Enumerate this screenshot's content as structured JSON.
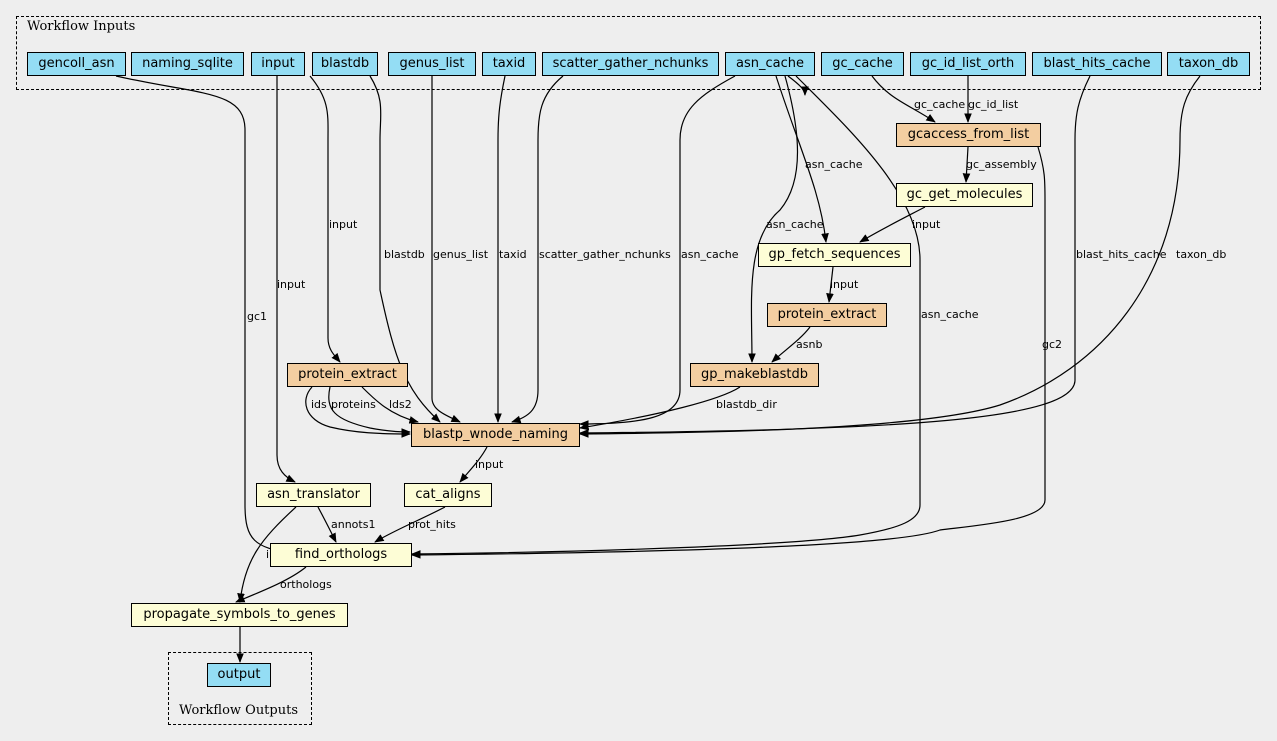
{
  "clusters": {
    "inputs_label": "Workflow Inputs",
    "outputs_label": "Workflow Outputs"
  },
  "colors": {
    "input_fill": "#94ddf4",
    "tool_fill": "#f3cea1",
    "step_fill": "#fdfdd6",
    "background": "#eeeeee"
  },
  "nodes": {
    "gencoll_asn": "gencoll_asn",
    "naming_sqlite": "naming_sqlite",
    "input": "input",
    "blastdb": "blastdb",
    "genus_list": "genus_list",
    "taxid": "taxid",
    "scatter_gather_nchunks": "scatter_gather_nchunks",
    "asn_cache": "asn_cache",
    "gc_cache": "gc_cache",
    "gc_id_list_orth": "gc_id_list_orth",
    "blast_hits_cache": "blast_hits_cache",
    "taxon_db": "taxon_db",
    "gcaccess_from_list": "gcaccess_from_list",
    "gc_get_molecules": "gc_get_molecules",
    "gp_fetch_sequences": "gp_fetch_sequences",
    "protein_extract_2": "protein_extract",
    "gp_makeblastdb": "gp_makeblastdb",
    "protein_extract_1": "protein_extract",
    "blastp_wnode_naming": "blastp_wnode_naming",
    "asn_translator": "asn_translator",
    "cat_aligns": "cat_aligns",
    "find_orthologs": "find_orthologs",
    "propagate_symbols_to_genes": "propagate_symbols_to_genes",
    "output": "output"
  },
  "edges": [
    {
      "id": "gencoll_asn-find_orthologs",
      "label": "gc1"
    },
    {
      "id": "input-protein_extract_1",
      "label": "input"
    },
    {
      "id": "input-asn_translator",
      "label": "input"
    },
    {
      "id": "blastdb-blastp",
      "label": "blastdb"
    },
    {
      "id": "genus_list-blastp",
      "label": "genus_list"
    },
    {
      "id": "taxid-blastp",
      "label": "taxid"
    },
    {
      "id": "scatter-blastp",
      "label": "scatter_gather_nchunks"
    },
    {
      "id": "asn_cache-blastp",
      "label": "asn_cache"
    },
    {
      "id": "asn_cache-gp_fetch",
      "label": "asn_cache"
    },
    {
      "id": "asn_cache-gp_makeblastdb",
      "label": "asn_cache"
    },
    {
      "id": "asn_cache-find_orthologs",
      "label": "asn_cache"
    },
    {
      "id": "asn_cache-gcaccess",
      "label": ""
    },
    {
      "id": "gc_cache-gcaccess",
      "label": "gc_cache"
    },
    {
      "id": "gc_id_list-gcaccess",
      "label": "gc_id_list"
    },
    {
      "id": "gcaccess-gc_get_molecules",
      "label": "gc_assembly"
    },
    {
      "id": "gcaccess-find_orthologs",
      "label": "gc2"
    },
    {
      "id": "gc_get_molecules-gp_fetch",
      "label": "input"
    },
    {
      "id": "gp_fetch-protein_extract_2",
      "label": "input"
    },
    {
      "id": "protein_extract_2-gp_makeblastdb",
      "label": "asnb"
    },
    {
      "id": "gp_makeblastdb-blastp",
      "label": "blastdb_dir"
    },
    {
      "id": "blast_hits_cache-blastp",
      "label": "blast_hits_cache"
    },
    {
      "id": "taxon_db-blastp",
      "label": "taxon_db"
    },
    {
      "id": "protein_extract_1-blastp-ids",
      "label": "ids"
    },
    {
      "id": "protein_extract_1-blastp-proteins",
      "label": "proteins"
    },
    {
      "id": "protein_extract_1-blastp-lds2",
      "label": "lds2"
    },
    {
      "id": "blastp-cat_aligns",
      "label": "input"
    },
    {
      "id": "cat_aligns-find_orthologs",
      "label": "prot_hits"
    },
    {
      "id": "asn_translator-find_orthologs",
      "label": "annots1"
    },
    {
      "id": "asn_translator-propagate",
      "label": "input"
    },
    {
      "id": "find_orthologs-propagate",
      "label": "orthologs"
    },
    {
      "id": "propagate-output",
      "label": ""
    }
  ]
}
